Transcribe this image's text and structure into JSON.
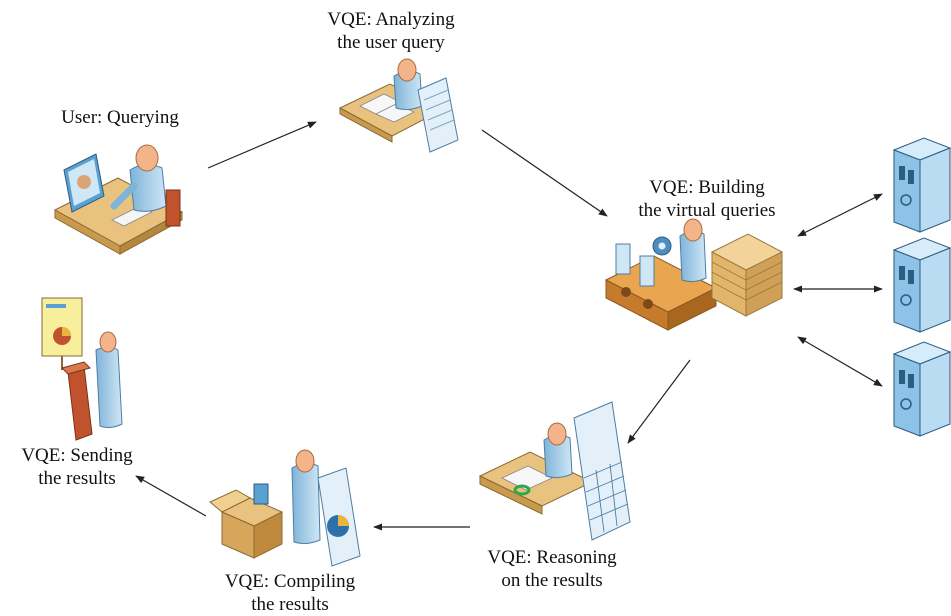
{
  "diagram": {
    "steps": {
      "user_querying": {
        "label_line1": "User: Querying",
        "label_line2": ""
      },
      "analyzing": {
        "label_line1": "VQE: Analyzing",
        "label_line2": "the user query"
      },
      "building": {
        "label_line1": "VQE: Building",
        "label_line2": "the virtual queries"
      },
      "reasoning": {
        "label_line1": "VQE: Reasoning",
        "label_line2": "on the results"
      },
      "compiling": {
        "label_line1": "VQE: Compiling",
        "label_line2": "the results"
      },
      "sending": {
        "label_line1": "VQE: Sending",
        "label_line2": "the results"
      }
    },
    "data_sources": [
      {
        "icon": "database-server-icon"
      },
      {
        "icon": "database-server-icon"
      },
      {
        "icon": "database-server-icon"
      }
    ],
    "colors": {
      "person_skin": "#f4b48a",
      "person_shirt": "#9ec8e4",
      "desk": "#e9c27f",
      "document": "#e3f0fa",
      "server": "#a9d3ee",
      "arrow": "#222222"
    }
  }
}
